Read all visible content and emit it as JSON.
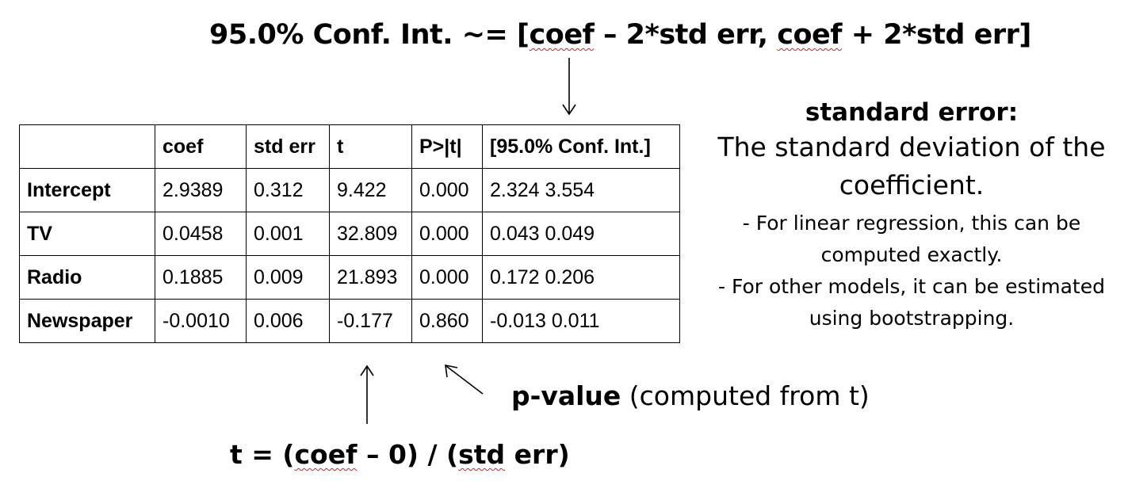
{
  "formula_top": {
    "prefix": "95.0% Conf. Int. ~= [",
    "coef1": "coef",
    "mid1": " – 2*std err, ",
    "coef2": "coef",
    "suffix": " + 2*std err]"
  },
  "table": {
    "headers": [
      "",
      "coef",
      "std err",
      "t",
      "P>|t|",
      "[95.0% Conf. Int.]"
    ],
    "rows": [
      [
        "Intercept",
        "2.9389",
        "0.312",
        "9.422",
        "0.000",
        "2.324 3.554"
      ],
      [
        "TV",
        "0.0458",
        "0.001",
        "32.809",
        "0.000",
        "0.043 0.049"
      ],
      [
        "Radio",
        "0.1885",
        "0.009",
        "21.893",
        "0.000",
        "0.172 0.206"
      ],
      [
        "Newspaper",
        "-0.0010",
        "0.006",
        "-0.177",
        "0.860",
        "-0.013 0.011"
      ]
    ]
  },
  "standard_error": {
    "title": "standard error:",
    "description": "The standard deviation of the coefficient.",
    "note1": "- For linear regression, this can be computed exactly.",
    "note2": "- For other models, it can be estimated using bootstrapping."
  },
  "pvalue": {
    "bold": "p-value",
    "rest": " (computed from t)"
  },
  "t_formula": {
    "prefix": "t = (",
    "coef": "coef",
    "mid": " – 0) / (",
    "stderr": "std",
    "suffix": " err)"
  }
}
